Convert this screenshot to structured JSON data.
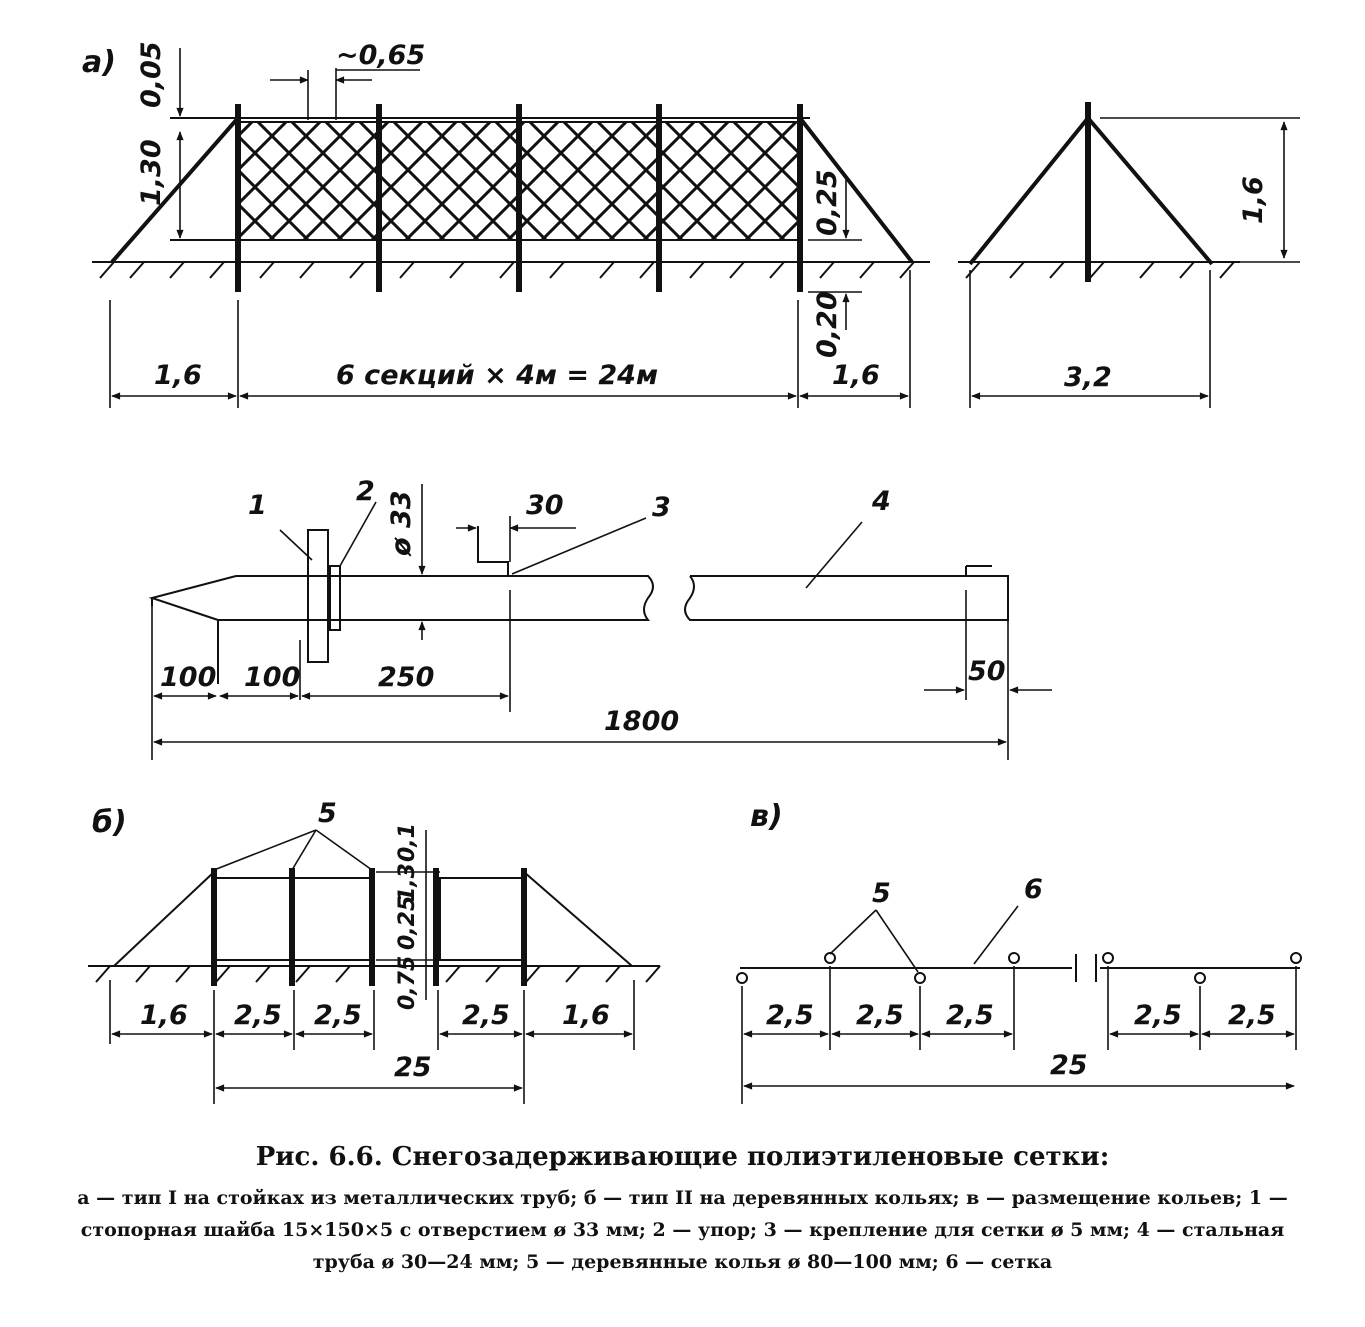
{
  "figure": {
    "panel_a": {
      "tag": "а)",
      "dims": {
        "top_gap": "0,05",
        "mesh_spacing": "~0,65",
        "height_left": "1,30",
        "bottom_gap": "0,25",
        "depth": "0,20",
        "left_span": "1,6",
        "sections": "6 секций × 4м = 24м",
        "right_span": "1,6",
        "side_height": "1,6",
        "side_width": "3,2"
      }
    },
    "pipe": {
      "labels": [
        "1",
        "2",
        "3",
        "4"
      ],
      "dims": {
        "diameter": "ø 33",
        "bracket": "30",
        "seg1": "100",
        "seg2": "100",
        "seg3": "250",
        "seg_end": "50",
        "total": "1800"
      }
    },
    "panel_b": {
      "tag": "б)",
      "label_stakes": "5",
      "dims": {
        "top": "0,1",
        "height": "1,3",
        "bottom": "0,25",
        "depth": "0,75",
        "spans": [
          "1,6",
          "2,5",
          "2,5",
          "2,5",
          "1,6"
        ],
        "total": "25"
      }
    },
    "panel_v": {
      "tag": "в)",
      "label_stakes": "5",
      "label_net": "6",
      "spans": [
        "2,5",
        "2,5",
        "2,5",
        "2,5",
        "2,5"
      ],
      "total": "25"
    }
  },
  "caption": {
    "title": "Рис. 6.6. Снегозадерживающие полиэтиленовые сетки:",
    "text": "а — тип I на стойках из металлических труб; б — тип II на деревянных кольях; в — размещение кольев; 1 — стопорная шайба 15×150×5 с отверстием ø 33 мм; 2 — упор; 3 — крепление для сетки ø 5 мм; 4 — стальная труба ø 30—24 мм; 5 — деревянные колья ø 80—100 мм; 6 — сетка"
  }
}
